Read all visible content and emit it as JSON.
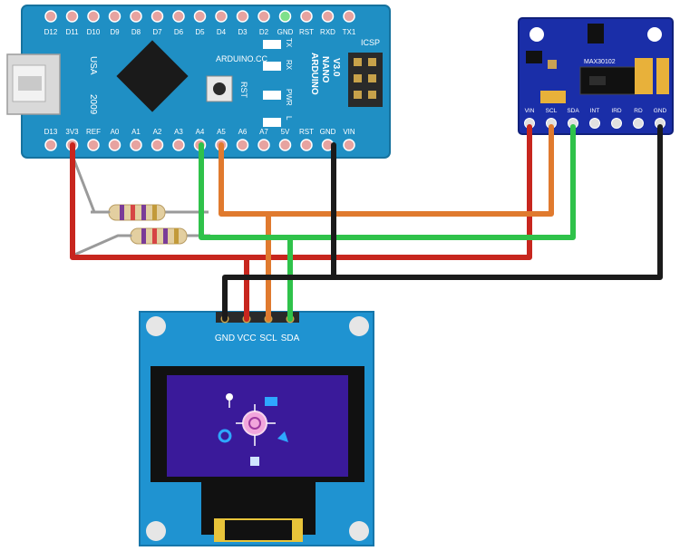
{
  "arduino": {
    "top_pins": [
      "D12",
      "D11",
      "D10",
      "D9",
      "D8",
      "D7",
      "D6",
      "D5",
      "D4",
      "D3",
      "D2",
      "GND",
      "RST",
      "RXD",
      "TX1"
    ],
    "bottom_pins": [
      "D13",
      "3V3",
      "REF",
      "A0",
      "A1",
      "A2",
      "A3",
      "A4",
      "A5",
      "A6",
      "A7",
      "5V",
      "RST",
      "GND",
      "VIN"
    ],
    "brand": "ARDUINO.CC",
    "model_line1": "ARDUINO",
    "model_line2": "NANO",
    "model_line3": "V3.0",
    "usb_label": "USA",
    "year": "2009",
    "icsp_label": "ICSP",
    "rst_label": "RST",
    "led_labels": [
      "TX",
      "RX",
      "PWR",
      "L"
    ]
  },
  "sensor": {
    "chip_label": "MAX30102",
    "pins": [
      "VIN",
      "SCL",
      "SDA",
      "INT",
      "IRD",
      "RD",
      "GND"
    ]
  },
  "oled": {
    "pins": [
      "GND",
      "VCC",
      "SCL",
      "SDA"
    ]
  },
  "colors": {
    "board_blue": "#1f8fc4",
    "sensor_blue": "#1a2ea8",
    "wire_red": "#c7261e",
    "wire_black": "#1b1b1b",
    "wire_orange": "#e07a2e",
    "wire_green": "#2fc24a",
    "wire_gray": "#9a9a9a",
    "screen_purple": "#3a1a9a"
  }
}
